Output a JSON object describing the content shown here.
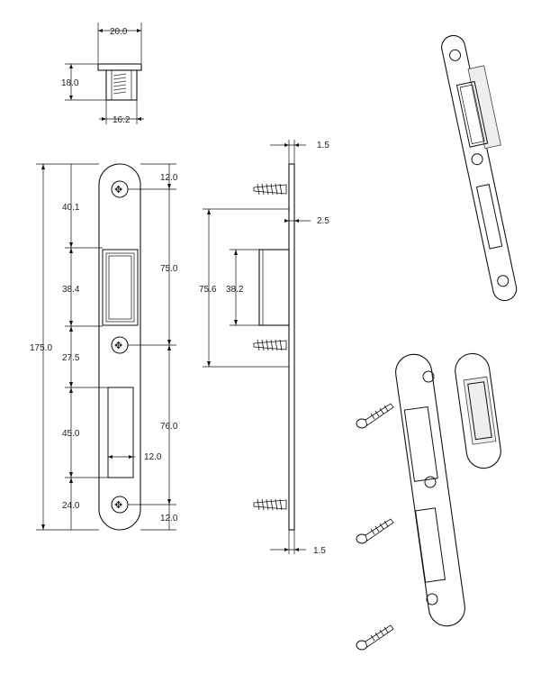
{
  "top_view": {
    "width": "20.0",
    "height": "18.0",
    "inner_width": "16.2"
  },
  "front_view": {
    "overall_height": "175.0",
    "top_margin": "12.0",
    "to_box_top": "40.1",
    "box_height": "38.4",
    "box_to_screw": "27.5",
    "slot_height": "45.0",
    "slot_width": "12.0",
    "slot_to_bottom": "24.0",
    "bottom_margin": "12.0",
    "screw_spacing_top": "75.0",
    "screw_spacing_bottom": "76.0"
  },
  "side_view": {
    "plate_thickness_top": "1.5",
    "offset": "2.5",
    "outer_height": "75.6",
    "inner_height": "38.2",
    "plate_thickness_bottom": "1.5"
  }
}
